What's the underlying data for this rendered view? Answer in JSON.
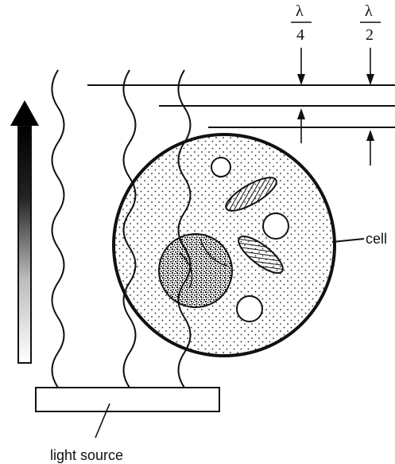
{
  "labels": {
    "cell": "cell",
    "light_source": "light source",
    "quarter_wave": {
      "numerator": "λ",
      "denominator": "4"
    },
    "half_wave": {
      "numerator": "λ",
      "denominator": "2"
    }
  }
}
